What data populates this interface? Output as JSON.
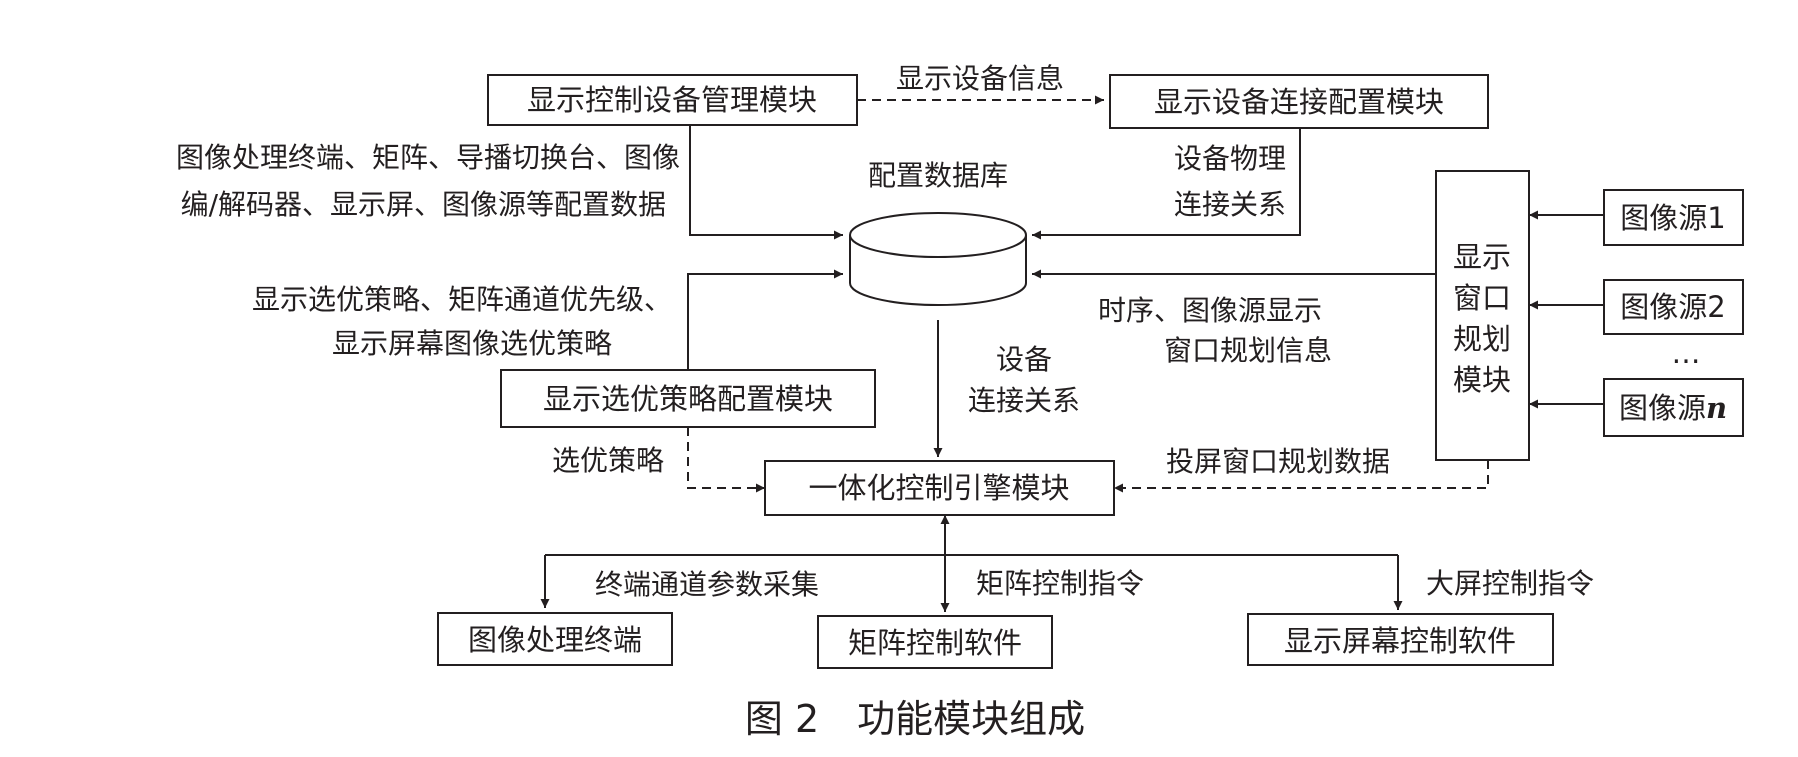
{
  "caption": "图 2　功能模块组成",
  "modules": {
    "display_ctrl_device_mgmt": "显示控制设备管理模块",
    "display_device_conn_config": "显示设备连接配置模块",
    "config_db": "配置数据库",
    "display_opt_policy_config": "显示选优策略配置模块",
    "integrated_ctrl_engine": "一体化控制引擎模块",
    "display_window_planning": [
      "显示",
      "窗口",
      "规划",
      "模块"
    ],
    "image_processing_terminal": "图像处理终端",
    "matrix_ctrl_software": "矩阵控制软件",
    "display_screen_ctrl_software": "显示屏幕控制软件"
  },
  "image_sources": {
    "src1": "图像源1",
    "src2": "图像源2",
    "ellipsis": "…",
    "srcn_prefix": "图像源",
    "srcn_suffix": "n"
  },
  "flows": {
    "display_device_info": "显示设备信息",
    "device_config_data": [
      "图像处理终端、矩阵、导播切换台、图像",
      "编/解码器、显示屏、图像源等配置数据"
    ],
    "physical_connection": [
      "设备物理",
      "连接关系"
    ],
    "policy_and_priority": [
      "显示选优策略、矩阵通道优先级、",
      "显示屏幕图像选优策略"
    ],
    "timing_window_info": [
      "时序、图像源显示",
      "窗口规划信息"
    ],
    "device_connection": [
      "设备",
      "连接关系"
    ],
    "optimization_policy": "选优策略",
    "projection_window_data": "投屏窗口规划数据",
    "terminal_channel_param": "终端通道参数采集",
    "matrix_ctrl_cmd": "矩阵控制指令",
    "bigscreen_ctrl_cmd": "大屏控制指令"
  }
}
